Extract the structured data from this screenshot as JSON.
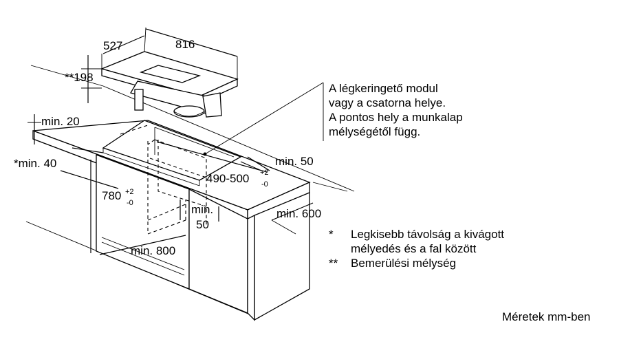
{
  "dimensions": {
    "d527": "527",
    "d816": "816",
    "d198": "**198",
    "min20": "min. 20",
    "min40": "*min. 40",
    "min50_right": "min. 50",
    "depth_base": "490-500",
    "depth_sup_plus": "+2",
    "depth_sup_minus": "-0",
    "height_base": "780",
    "height_sup_plus": "+2",
    "height_sup_minus": "-0",
    "min50_inner_line1": "min.",
    "min50_inner_line2": "50",
    "min600": "min. 600",
    "min800": "min. 800"
  },
  "module_note": {
    "lines": [
      "A légkeringető modul",
      "vagy a csatorna helye.",
      "A pontos hely a munkalap",
      "mélységétől függ."
    ]
  },
  "legend": [
    {
      "mark": "*",
      "text": "Legkisebb távolság a kivágott"
    },
    {
      "mark": "",
      "text": "mélyedés és a fal között"
    },
    {
      "mark": "**",
      "text": "Bemerülési mélység"
    }
  ],
  "units_note": "Méretek mm-ben"
}
